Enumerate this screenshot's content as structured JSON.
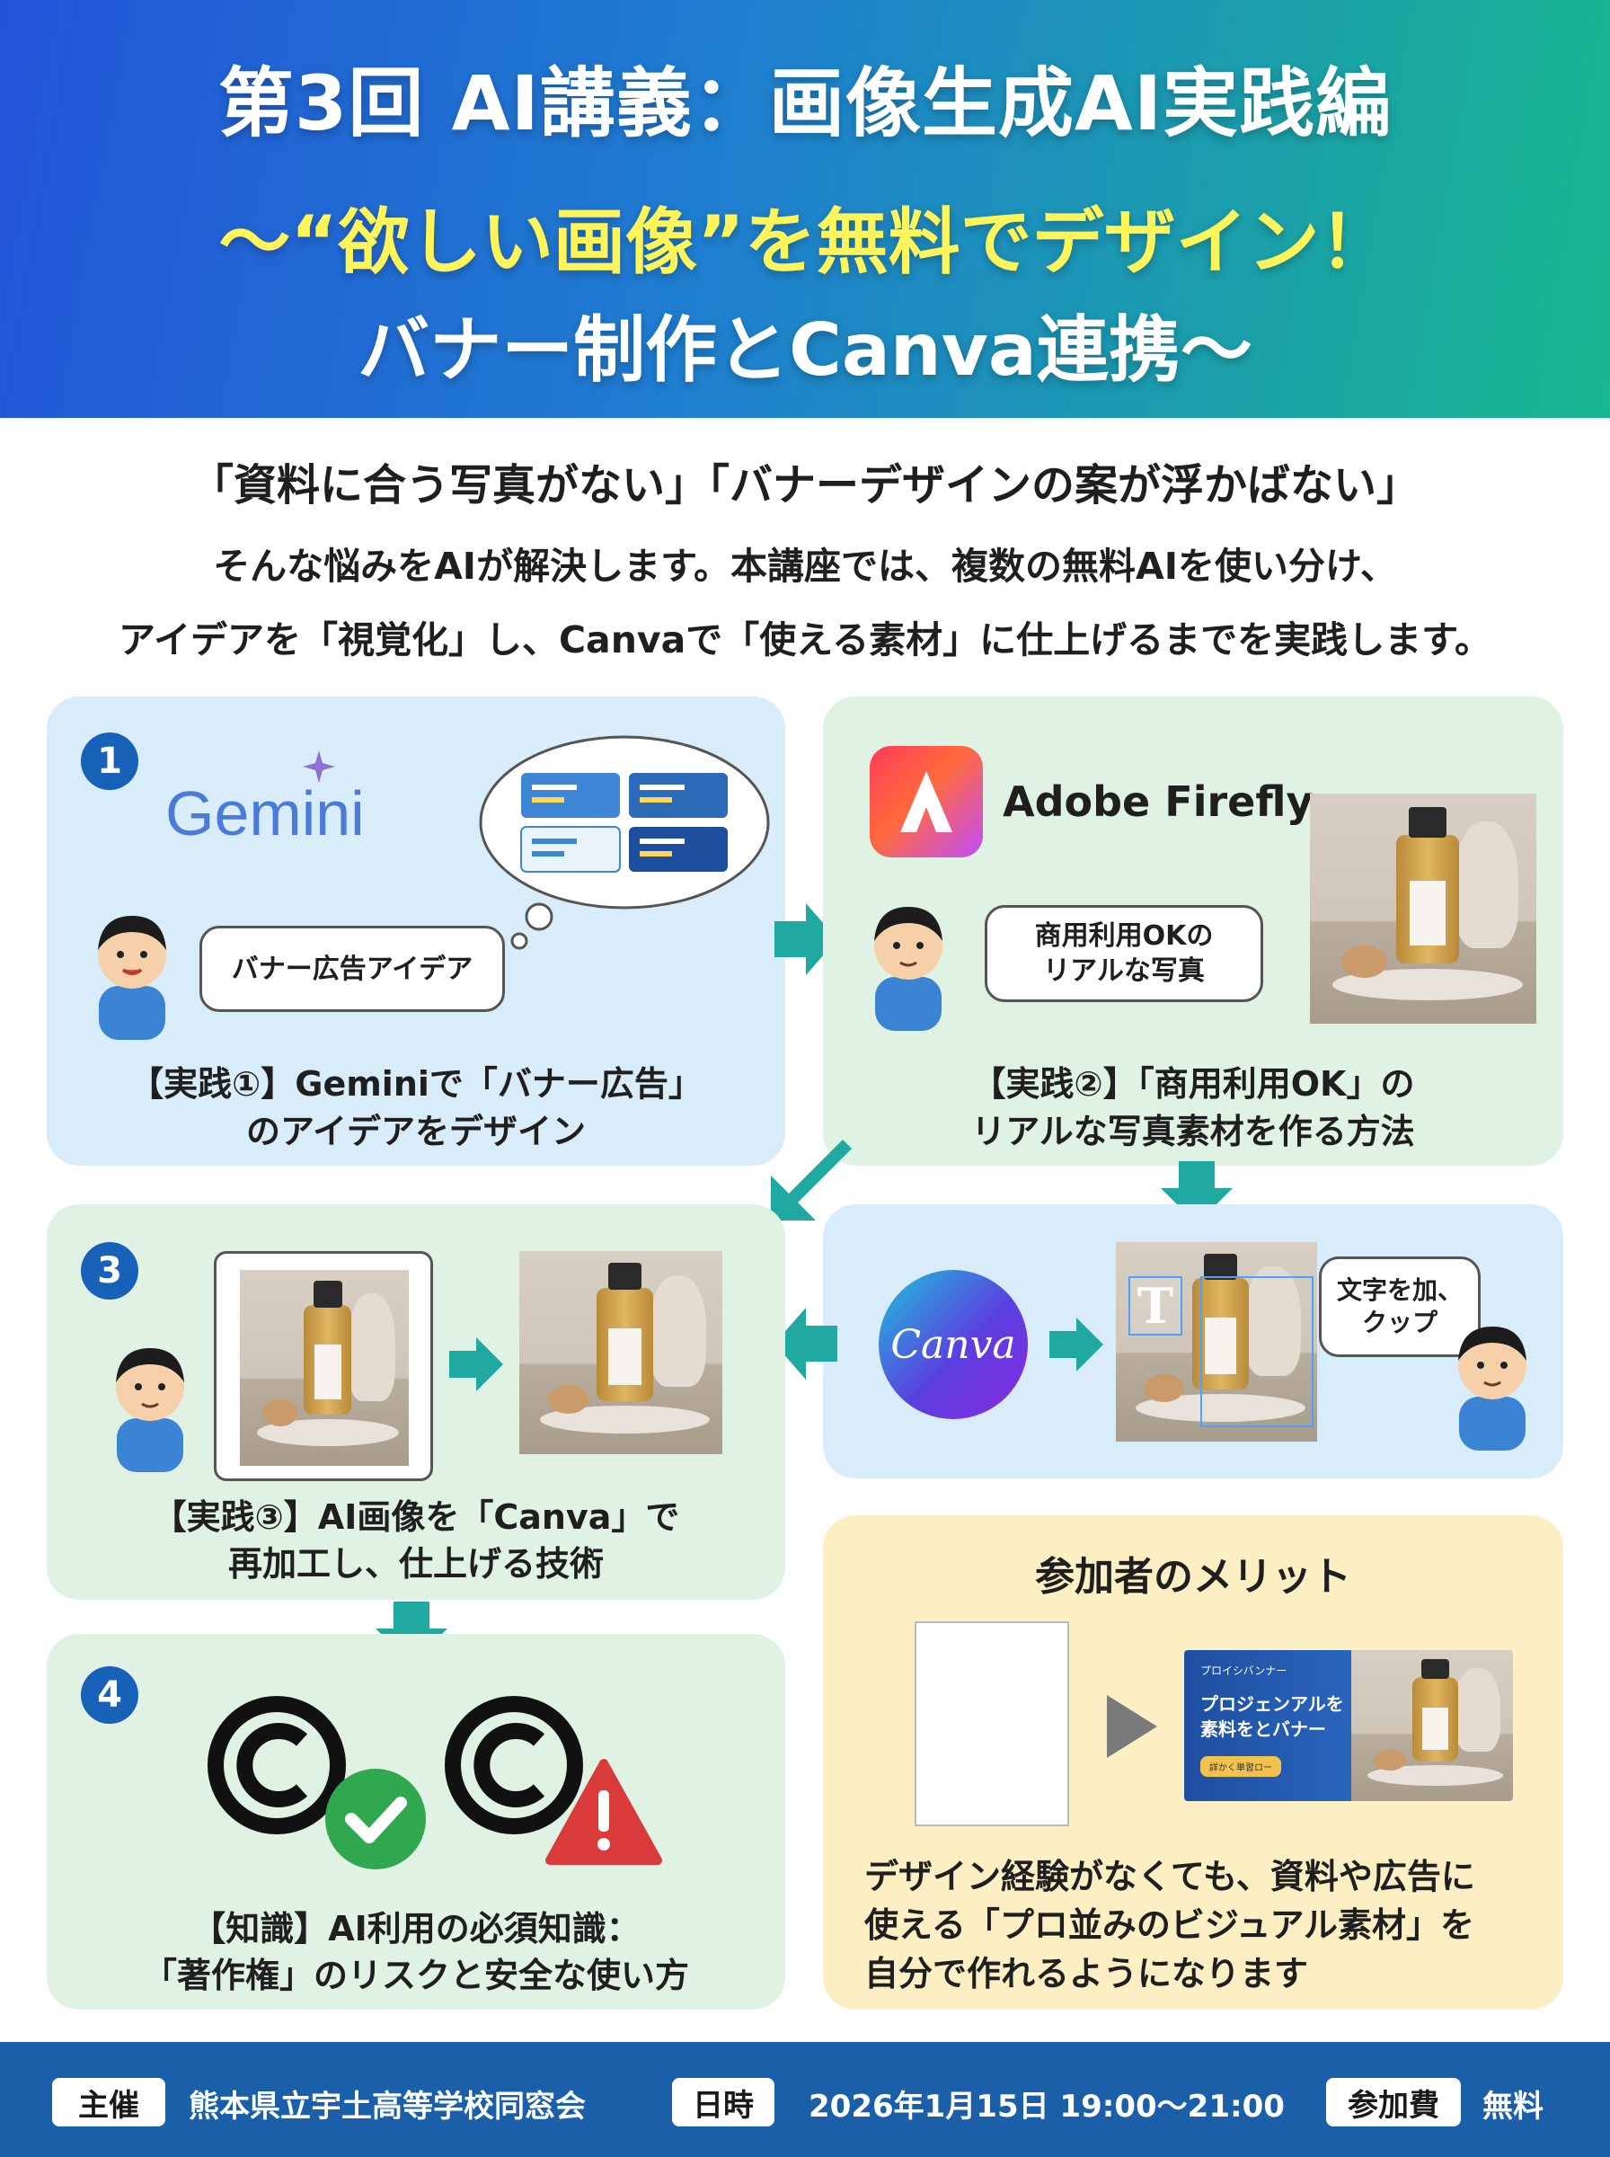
{
  "header": {
    "title": "第3回 AI講義：画像生成AI実践編",
    "subtitle1": "〜“欲しい画像”を無料でデザイン！",
    "subtitle2": "バナー制作とCanva連携〜"
  },
  "intro": {
    "quote": "「資料に合う写真がない」「バナーデザインの案が浮かばない」",
    "line1": "そんな悩みをAIが解決します。本講座では、複数の無料AIを使い分け、",
    "line2": "アイデアを「視覚化」し、Canvaで「使える素材」に仕上げるまでを実践します。"
  },
  "step1": {
    "number": "1",
    "logo": "Gemini",
    "bubble": "バナー広告アイデア",
    "caption1": "【実践①】Geminiで「バナー広告」",
    "caption2": "のアイデアをデザイン"
  },
  "step2": {
    "logo": "Adobe Firefly",
    "bubble1": "商用利用OKの",
    "bubble2": "リアルな写真",
    "caption1": "【実践②】「商用利用OK」の",
    "caption2": "リアルな写真素材を作る方法"
  },
  "canva_step": {
    "logo": "Canva",
    "text_tool": "T",
    "bubble1": "文字を加、",
    "bubble2": "クップ"
  },
  "step3": {
    "number": "3",
    "caption1": "【実践③】AI画像を「Canva」で",
    "caption2": "再加工し、仕上げる技術"
  },
  "step4": {
    "number": "4",
    "caption1": "【知識】AI利用の必須知識：",
    "caption2": "「著作権」のリスクと安全な使い方"
  },
  "merit": {
    "title": "参加者のメリット",
    "banner_small": "プロイシバンナー",
    "banner_main1": "プロジェンアルを",
    "banner_main2": "素料をとバナー",
    "banner_button": "詳かく単習ロー",
    "text1": "デザイン経験がなくても、資料や広告に",
    "text2": "使える「プロ並みのビジュアル素材」を",
    "text3": "自分で作れるようになります"
  },
  "footer": {
    "host_label": "主催",
    "host": "熊本県立宇土高等学校同窓会",
    "date_label": "日時",
    "date": "2026年1月15日 19:00〜21:00",
    "fee_label": "参加費",
    "fee": "無料"
  },
  "colors": {
    "accent_blue": "#1761b8",
    "teal_arrow": "#1fa9a0",
    "subtitle_yellow": "#fff45a",
    "footer_blue": "#1a5fa8"
  }
}
